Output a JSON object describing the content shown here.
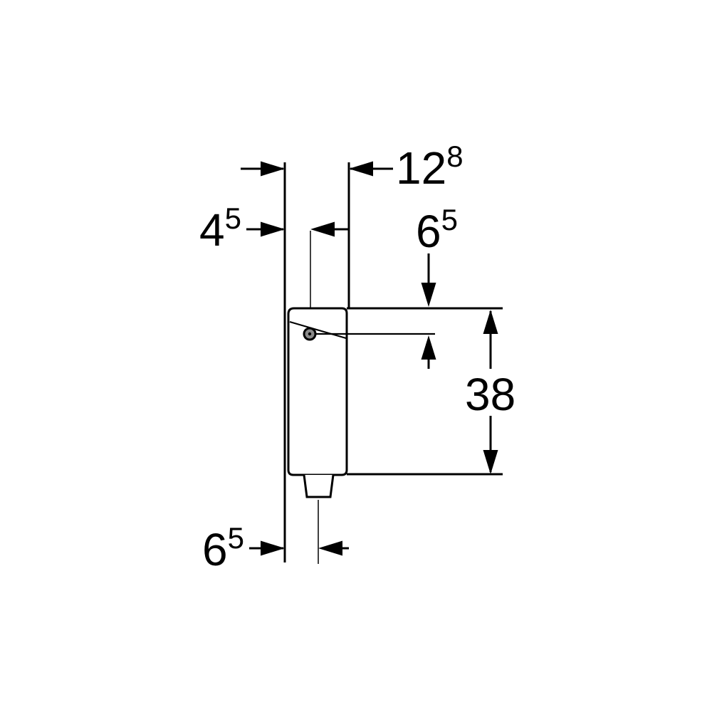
{
  "drawing": {
    "background_color": "#ffffff",
    "line_color": "#000000",
    "subject": "concealed-cistern-side-view",
    "dimensions": {
      "depth": {
        "main": "12",
        "sup": "8"
      },
      "supply_offset": {
        "main": "4",
        "sup": "5"
      },
      "supply_height": {
        "main": "6",
        "sup": "5"
      },
      "height": {
        "main": "38"
      },
      "outlet_offset": {
        "main": "6",
        "sup": "5"
      }
    }
  }
}
